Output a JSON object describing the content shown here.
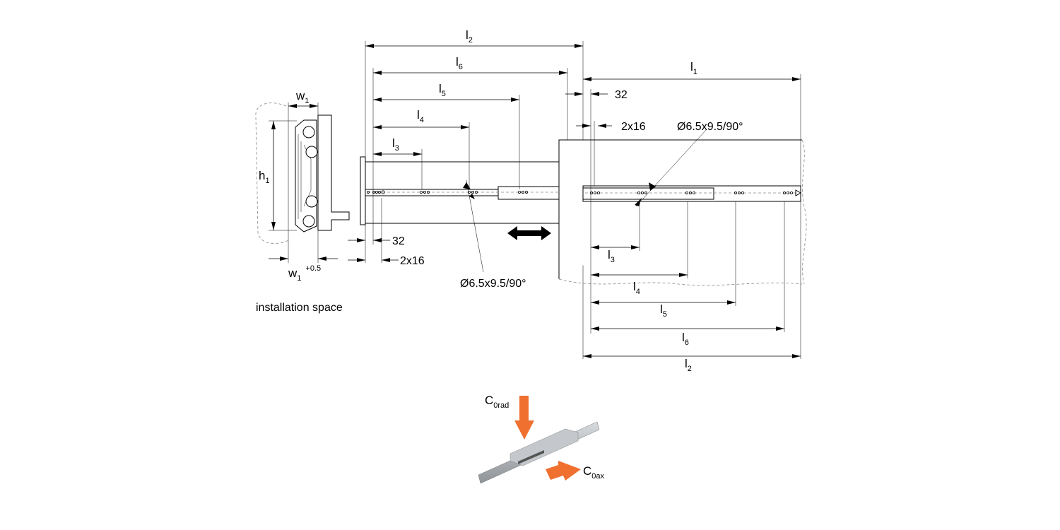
{
  "colors": {
    "line": "#000000",
    "force_arrow": "#f07030",
    "rail": "#b8bcc0"
  },
  "cross_section": {
    "w1_top": {
      "main": "w",
      "sub": "1"
    },
    "h1": {
      "main": "h",
      "sub": "1"
    },
    "w1_bottom": {
      "main": "w",
      "sub": "1",
      "sup": "+0.5"
    },
    "caption": "installation space"
  },
  "left_view": {
    "l2": {
      "main": "l",
      "sub": "2"
    },
    "l6": {
      "main": "l",
      "sub": "6"
    },
    "l5": {
      "main": "l",
      "sub": "5"
    },
    "l4": {
      "main": "l",
      "sub": "4"
    },
    "l3": {
      "main": "l",
      "sub": "3"
    },
    "pitch_32": "32",
    "pitch_2x16": "2x16",
    "hole": "Ø6.5x9.5/90°"
  },
  "right_view": {
    "l1": {
      "main": "l",
      "sub": "1"
    },
    "pitch_32": "32",
    "pitch_2x16": "2x16",
    "hole": "Ø6.5x9.5/90°",
    "l3": {
      "main": "l",
      "sub": "3"
    },
    "l4": {
      "main": "l",
      "sub": "4"
    },
    "l5": {
      "main": "l",
      "sub": "5"
    },
    "l6": {
      "main": "l",
      "sub": "6"
    },
    "l2": {
      "main": "l",
      "sub": "2"
    }
  },
  "load_figure": {
    "radial": {
      "main": "C",
      "sub": "0rad"
    },
    "axial": {
      "main": "C",
      "sub": "0ax"
    }
  }
}
